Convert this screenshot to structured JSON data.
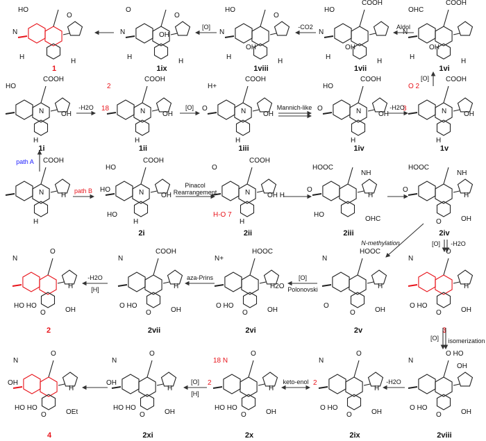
{
  "colors": {
    "bond": "#222222",
    "highlight": "#e8141b",
    "blue": "#1a1aff",
    "magenta": "#e040e0"
  },
  "compounds": [
    {
      "id": "1",
      "label": "1",
      "target": true,
      "groups": [
        {
          "t": "HO",
          "s": "topleft"
        },
        {
          "t": "N",
          "s": "left"
        },
        {
          "t": "O",
          "s": "upper"
        },
        {
          "t": "H",
          "s": "bottomleft"
        },
        {
          "t": "H",
          "s": "bottomright"
        }
      ]
    },
    {
      "id": "1ix",
      "label": "1ix",
      "groups": [
        {
          "t": "O",
          "s": "topleft"
        },
        {
          "t": "O",
          "s": "upper"
        },
        {
          "t": "N",
          "s": "left"
        },
        {
          "t": "OH",
          "s": "center"
        },
        {
          "t": "H",
          "s": "bottomleft"
        },
        {
          "t": "H",
          "s": "bottomright"
        }
      ]
    },
    {
      "id": "1viii",
      "label": "1viii",
      "groups": [
        {
          "t": "HO",
          "s": "topleft"
        },
        {
          "t": "O",
          "s": "upper"
        },
        {
          "t": "N",
          "s": "left"
        },
        {
          "t": "OH",
          "s": "mid"
        },
        {
          "t": "H",
          "s": "bottomleft"
        },
        {
          "t": "H",
          "s": "bottomright"
        }
      ]
    },
    {
      "id": "1vii",
      "label": "1vii",
      "groups": [
        {
          "t": "COOH",
          "s": "top"
        },
        {
          "t": "HO",
          "s": "topleft"
        },
        {
          "t": "N",
          "s": "left"
        },
        {
          "t": "OH",
          "s": "mid"
        },
        {
          "t": "H",
          "s": "bottomleft"
        },
        {
          "t": "H",
          "s": "bottomright"
        }
      ]
    },
    {
      "id": "1vi",
      "label": "1vi",
      "groups": [
        {
          "t": "COOH",
          "s": "top"
        },
        {
          "t": "OHC",
          "s": "topleft"
        },
        {
          "t": "N",
          "s": "left"
        },
        {
          "t": "OH",
          "s": "mid"
        },
        {
          "t": "H",
          "s": "bottomleft"
        },
        {
          "t": "H",
          "s": "bottomright"
        }
      ]
    },
    {
      "id": "1i",
      "label": "1i",
      "groups": [
        {
          "t": "COOH",
          "s": "top"
        },
        {
          "t": "HO",
          "s": "topleft"
        },
        {
          "t": "N",
          "s": "center"
        },
        {
          "t": "OH",
          "s": "right"
        },
        {
          "t": "H",
          "s": "bottom"
        }
      ]
    },
    {
      "id": "1ii",
      "label": "1ii",
      "groups": [
        {
          "t": "COOH",
          "s": "top"
        },
        {
          "t": "2",
          "s": "topleft"
        },
        {
          "t": "18",
          "s": "left"
        },
        {
          "t": "N",
          "s": "center"
        },
        {
          "t": "OH",
          "s": "right"
        },
        {
          "t": "H",
          "s": "bottom"
        }
      ]
    },
    {
      "id": "1iii",
      "label": "1iii",
      "groups": [
        {
          "t": "COOH",
          "s": "top"
        },
        {
          "t": "H+",
          "s": "topleft"
        },
        {
          "t": "O",
          "s": "left"
        },
        {
          "t": "N",
          "s": "center"
        },
        {
          "t": "OH",
          "s": "right"
        },
        {
          "t": "H",
          "s": "bottom"
        }
      ]
    },
    {
      "id": "1iv",
      "label": "1iv",
      "groups": [
        {
          "t": "COOH",
          "s": "top"
        },
        {
          "t": "HO",
          "s": "topleft"
        },
        {
          "t": "O",
          "s": "left"
        },
        {
          "t": "N",
          "s": "center"
        },
        {
          "t": "OH",
          "s": "right"
        },
        {
          "t": "H",
          "s": "bottom"
        }
      ]
    },
    {
      "id": "1v",
      "label": "1v",
      "groups": [
        {
          "t": "COOH",
          "s": "top"
        },
        {
          "t": "O 2",
          "s": "topleft"
        },
        {
          "t": "3",
          "s": "left"
        },
        {
          "t": "N",
          "s": "center"
        },
        {
          "t": "OH",
          "s": "right"
        },
        {
          "t": "H",
          "s": "bottom"
        }
      ]
    },
    {
      "id": "start",
      "label": "",
      "groups": [
        {
          "t": "COOH",
          "s": "top"
        },
        {
          "t": "N",
          "s": "center"
        },
        {
          "t": "H",
          "s": "bottom"
        },
        {
          "t": "H",
          "s": "right"
        }
      ]
    },
    {
      "id": "2i",
      "label": "2i",
      "groups": [
        {
          "t": "COOH",
          "s": "top"
        },
        {
          "t": "HO",
          "s": "topleft"
        },
        {
          "t": "HO",
          "s": "left"
        },
        {
          "t": "N",
          "s": "center"
        },
        {
          "t": "OH",
          "s": "right"
        },
        {
          "t": "HO",
          "s": "bottomleft"
        },
        {
          "t": "H",
          "s": "bottom"
        }
      ]
    },
    {
      "id": "2ii",
      "label": "2ii",
      "groups": [
        {
          "t": "COOH",
          "s": "top"
        },
        {
          "t": "O",
          "s": "topleft"
        },
        {
          "t": "N",
          "s": "center"
        },
        {
          "t": "OH H",
          "s": "right"
        },
        {
          "t": "H-O 7",
          "s": "bottomleft"
        },
        {
          "t": "H",
          "s": "bottom"
        }
      ]
    },
    {
      "id": "2iii",
      "label": "2iii",
      "groups": [
        {
          "t": "HOOC",
          "s": "topleft"
        },
        {
          "t": "NH",
          "s": "upper"
        },
        {
          "t": "O",
          "s": "left"
        },
        {
          "t": "H",
          "s": "right"
        },
        {
          "t": "HO",
          "s": "bottomleft"
        },
        {
          "t": "OHC",
          "s": "bottomright"
        }
      ]
    },
    {
      "id": "2iv",
      "label": "2iv",
      "groups": [
        {
          "t": "HOOC",
          "s": "topleft"
        },
        {
          "t": "NH",
          "s": "upper"
        },
        {
          "t": "O",
          "s": "left"
        },
        {
          "t": "H",
          "s": "right"
        },
        {
          "t": "O",
          "s": "bottom"
        },
        {
          "t": "OH",
          "s": "bottomright"
        }
      ]
    },
    {
      "id": "2",
      "label": "2",
      "target": true,
      "groups": [
        {
          "t": "O",
          "s": "top"
        },
        {
          "t": "N",
          "s": "topleft"
        },
        {
          "t": "H",
          "s": "right"
        },
        {
          "t": "HO HO",
          "s": "bottomleft"
        },
        {
          "t": "O",
          "s": "bottom"
        },
        {
          "t": "OH",
          "s": "bottomright"
        }
      ]
    },
    {
      "id": "2vii",
      "label": "2vii",
      "groups": [
        {
          "t": "COOH",
          "s": "top"
        },
        {
          "t": "N",
          "s": "topleft"
        },
        {
          "t": "H",
          "s": "right"
        },
        {
          "t": "O HO",
          "s": "bottomleft"
        },
        {
          "t": "O",
          "s": "bottom"
        },
        {
          "t": "OH",
          "s": "bottomright"
        }
      ]
    },
    {
      "id": "2vi",
      "label": "2vi",
      "groups": [
        {
          "t": "HOOC",
          "s": "top"
        },
        {
          "t": "N+",
          "s": "topleft"
        },
        {
          "t": "H2O",
          "s": "right"
        },
        {
          "t": "O HO",
          "s": "bottomleft"
        },
        {
          "t": "O",
          "s": "bottom"
        },
        {
          "t": "OH",
          "s": "bottomright"
        }
      ]
    },
    {
      "id": "2v",
      "label": "2v",
      "groups": [
        {
          "t": "HOOC",
          "s": "top"
        },
        {
          "t": "N",
          "s": "topleft"
        },
        {
          "t": "H",
          "s": "right"
        },
        {
          "t": "O",
          "s": "bottomleft"
        },
        {
          "t": "O",
          "s": "bottom"
        },
        {
          "t": "OH",
          "s": "bottomright"
        }
      ]
    },
    {
      "id": "3",
      "label": "3",
      "target": true,
      "groups": [
        {
          "t": "O",
          "s": "top"
        },
        {
          "t": "N",
          "s": "topleft"
        },
        {
          "t": "H",
          "s": "right"
        },
        {
          "t": "O HO",
          "s": "bottomleft"
        },
        {
          "t": "O",
          "s": "bottom"
        },
        {
          "t": "OH",
          "s": "bottomright"
        }
      ]
    },
    {
      "id": "4",
      "label": "4",
      "target": true,
      "groups": [
        {
          "t": "O",
          "s": "top"
        },
        {
          "t": "N",
          "s": "topleft"
        },
        {
          "t": "OH",
          "s": "left"
        },
        {
          "t": "H",
          "s": "right"
        },
        {
          "t": "HO HO",
          "s": "bottomleft"
        },
        {
          "t": "O",
          "s": "bottom"
        },
        {
          "t": "OEt",
          "s": "bottomright"
        }
      ]
    },
    {
      "id": "2xi",
      "label": "2xi",
      "groups": [
        {
          "t": "O",
          "s": "top"
        },
        {
          "t": "N",
          "s": "topleft"
        },
        {
          "t": "OH",
          "s": "left"
        },
        {
          "t": "H",
          "s": "right"
        },
        {
          "t": "HO HO",
          "s": "bottomleft"
        },
        {
          "t": "O",
          "s": "bottom"
        },
        {
          "t": "OH",
          "s": "bottomright"
        }
      ]
    },
    {
      "id": "2x",
      "label": "2x",
      "groups": [
        {
          "t": "O",
          "s": "top"
        },
        {
          "t": "18 N",
          "s": "topleft"
        },
        {
          "t": "2",
          "s": "left"
        },
        {
          "t": "H",
          "s": "right"
        },
        {
          "t": "HO HO",
          "s": "bottomleft"
        },
        {
          "t": "O",
          "s": "bottom"
        },
        {
          "t": "OH",
          "s": "bottomright"
        }
      ]
    },
    {
      "id": "2ix",
      "label": "2ix",
      "groups": [
        {
          "t": "O",
          "s": "top"
        },
        {
          "t": "N",
          "s": "topleft"
        },
        {
          "t": "2",
          "s": "left"
        },
        {
          "t": "H",
          "s": "right"
        },
        {
          "t": "O HO",
          "s": "bottomleft"
        },
        {
          "t": "O",
          "s": "bottom"
        },
        {
          "t": "OH",
          "s": "bottomright"
        }
      ]
    },
    {
      "id": "2viii",
      "label": "2viii",
      "groups": [
        {
          "t": "O HO",
          "s": "top"
        },
        {
          "t": "N",
          "s": "topleft"
        },
        {
          "t": "OH",
          "s": "upper"
        },
        {
          "t": "O HO",
          "s": "bottomleft"
        },
        {
          "t": "O",
          "s": "bottom"
        },
        {
          "t": "OH",
          "s": "bottomright"
        }
      ]
    }
  ],
  "reagents": {
    "aldol": "Aldol",
    "co2": "-CO2",
    "o1": "[O]",
    "h2o1": "-H2O",
    "o2": "[O]",
    "mannich": "Mannich-like",
    "h2o2": "-H2O",
    "o3": "[O]",
    "pathA": "path A",
    "pathB": "path B",
    "pinacol1": "Pinacol",
    "pinacol2": "Rearrangement",
    "o4": "[O]",
    "h2o3": "-H2O",
    "nmeth": "N-methylation",
    "o5": "[O]",
    "polon": "Polonovski",
    "azaprins": "aza-Prins",
    "h2o4": "-H2O",
    "h1": "[H]",
    "o6": "[O]",
    "isom": "isomerization",
    "h2o5": "-H2O",
    "ketoenol": "keto-enol",
    "o7": "[O]",
    "h2": "[H]"
  }
}
